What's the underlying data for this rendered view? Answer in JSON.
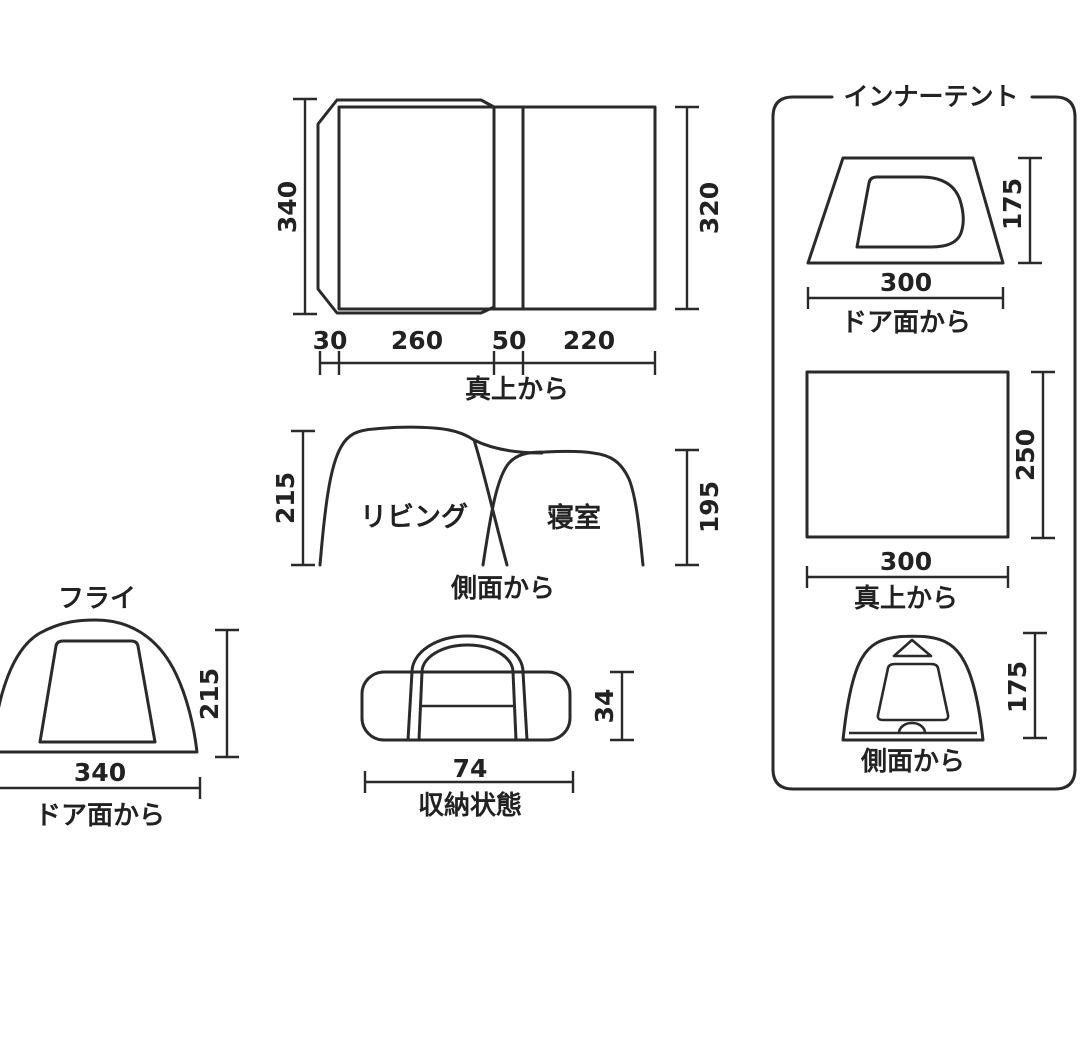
{
  "page": {
    "background": "#ffffff",
    "line_color": "#2a2a2a"
  },
  "top_view": {
    "caption": "真上から",
    "height_left": "340",
    "height_right": "320",
    "widths": [
      "30",
      "260",
      "50",
      "220"
    ]
  },
  "side_view": {
    "caption": "側面から",
    "height_left": "215",
    "height_right": "195",
    "room_living": "リビング",
    "room_bedroom": "寝室"
  },
  "fly_view": {
    "title": "フライ",
    "height": "215",
    "width": "340",
    "caption": "ドア面から"
  },
  "storage_view": {
    "caption": "収納状態",
    "width": "74",
    "height": "34"
  },
  "inner_tent": {
    "title": "インナーテント",
    "door_view": {
      "caption": "ドア面から",
      "width": "300",
      "height": "175"
    },
    "top_view": {
      "caption": "真上から",
      "width": "300",
      "height": "250"
    },
    "side_view": {
      "caption": "側面から",
      "height": "175"
    }
  }
}
